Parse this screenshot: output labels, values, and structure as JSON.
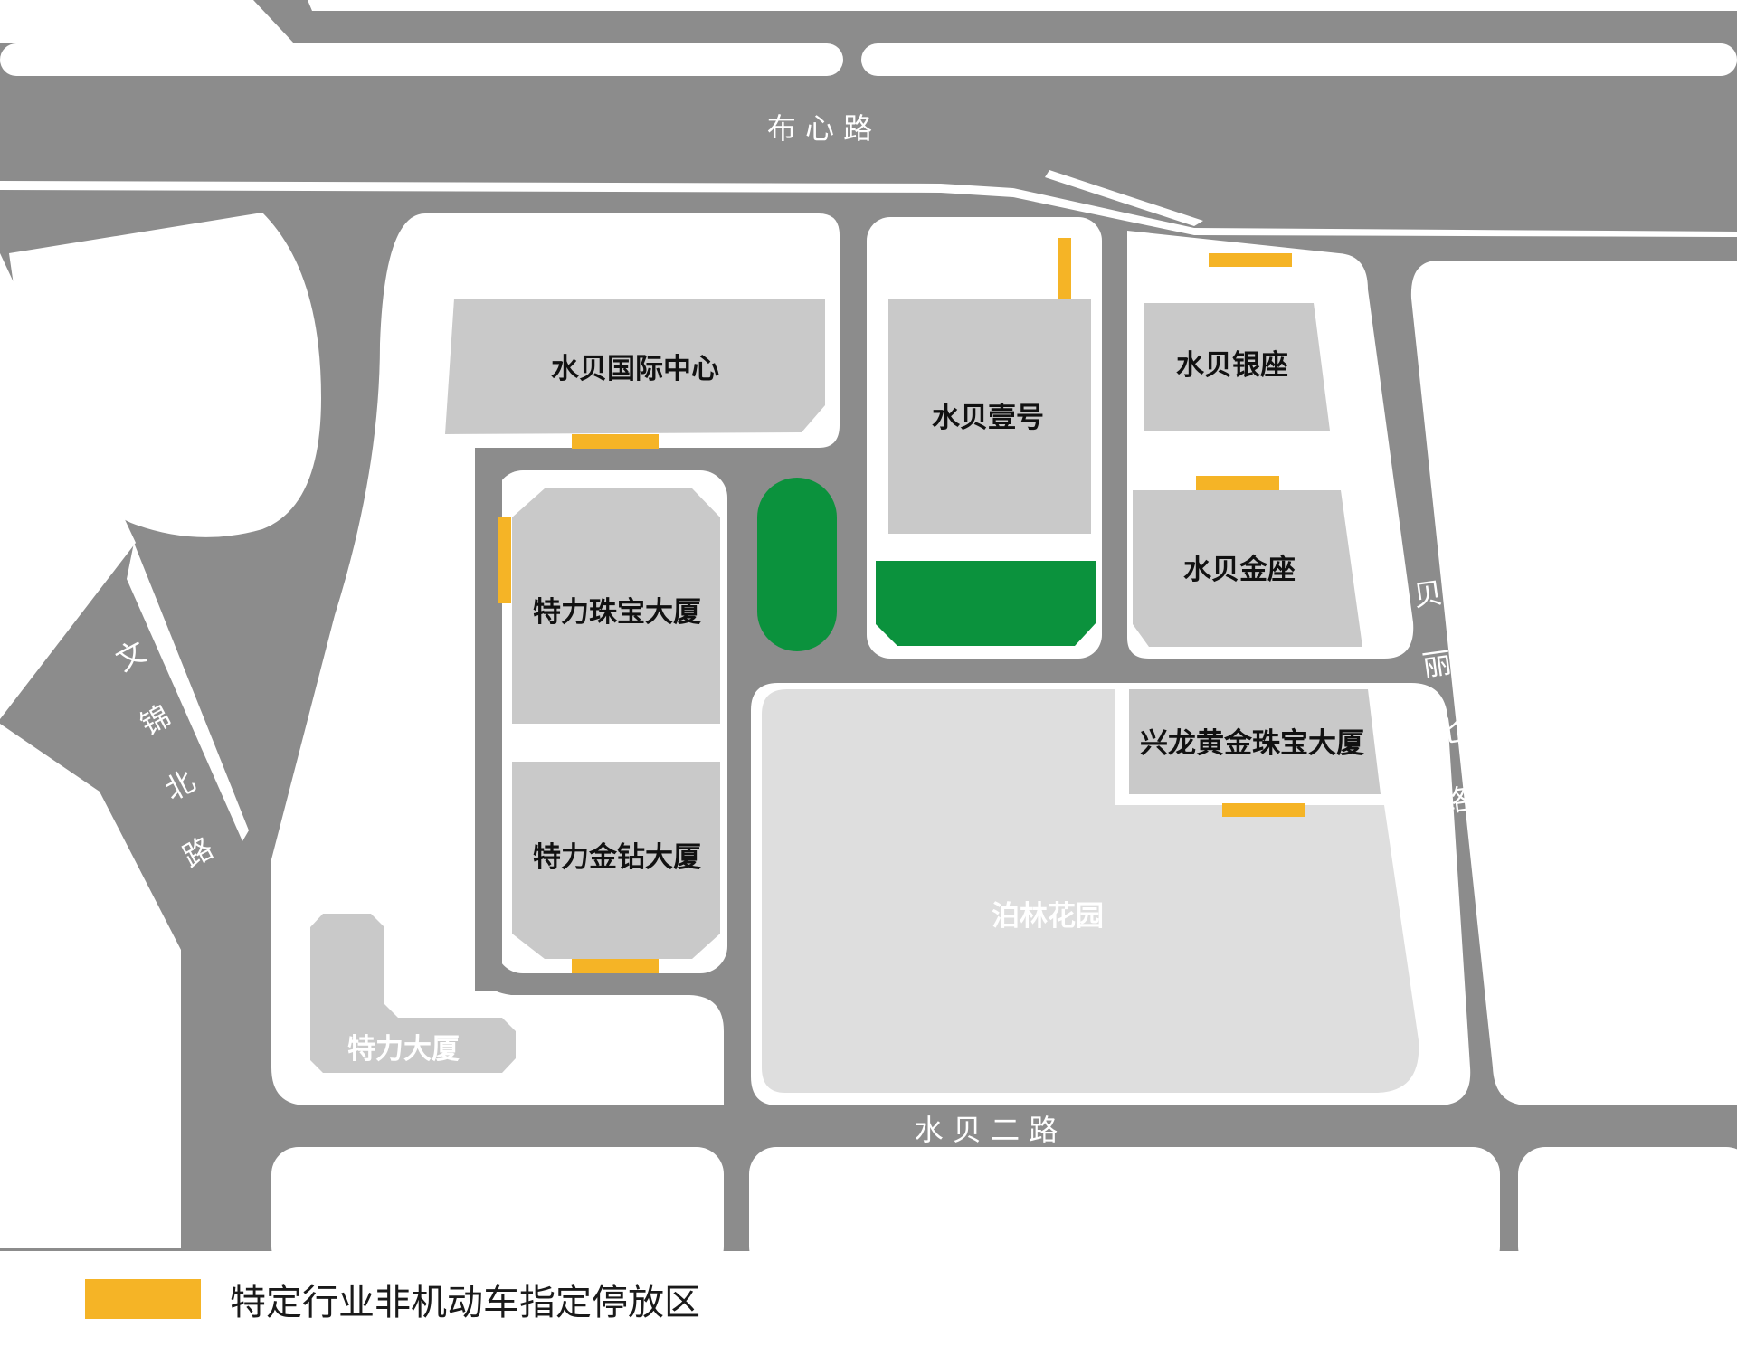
{
  "colors": {
    "road": "#8c8c8c",
    "block": "#ffffff",
    "building": "#c9c9c9",
    "plaza": "#dedede",
    "green": "#0b923d",
    "parking": "#f5b426"
  },
  "roads": {
    "buxin": "布 心 路",
    "wenjin": [
      "文",
      "锦",
      "北",
      "路"
    ],
    "beili": [
      "贝",
      "丽",
      "北",
      "路"
    ],
    "shuibei2": "水 贝 二 路"
  },
  "buildings": {
    "shuibei_intl": "水贝国际中心",
    "shuibei_one": "水贝壹号",
    "shuibei_yinzuo": "水贝银座",
    "shuibei_jinzuo": "水贝金座",
    "teli_jewelry": "特力珠宝大厦",
    "teli_jinzuan": "特力金钻大厦",
    "xinglong": "兴龙黄金珠宝大厦",
    "bolin": "泊林花园",
    "teli": "特力大厦"
  },
  "legend": {
    "label": "特定行业非机动车指定停放区",
    "swatch_color": "#f5b426"
  }
}
